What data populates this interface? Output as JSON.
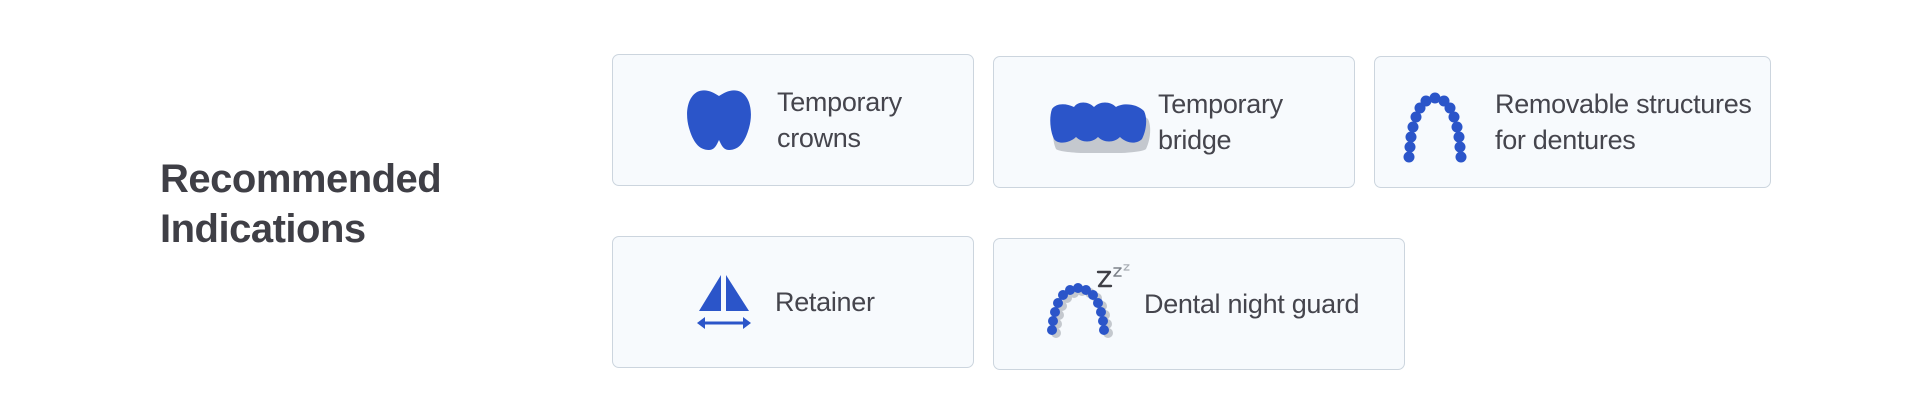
{
  "section": {
    "title_line1": "Recommended",
    "title_line2": "Indications"
  },
  "cards": [
    {
      "icon": "tooth-crown-icon",
      "line1": "Temporary",
      "line2": "crowns"
    },
    {
      "icon": "dental-bridge-icon",
      "line1": "Temporary",
      "line2": "bridge"
    },
    {
      "icon": "dental-arch-icon",
      "line1": "Removable structures",
      "line2": "for dentures"
    },
    {
      "icon": "retainer-icon",
      "line1": "Retainer"
    },
    {
      "icon": "night-guard-icon",
      "line1": "Dental night guard"
    }
  ],
  "colors": {
    "accent_blue": "#2b55c9",
    "shadow_gray": "#c4c8ce",
    "card_background": "#f7fafd",
    "card_border": "#ccd5de",
    "text": "#3f3f46"
  }
}
